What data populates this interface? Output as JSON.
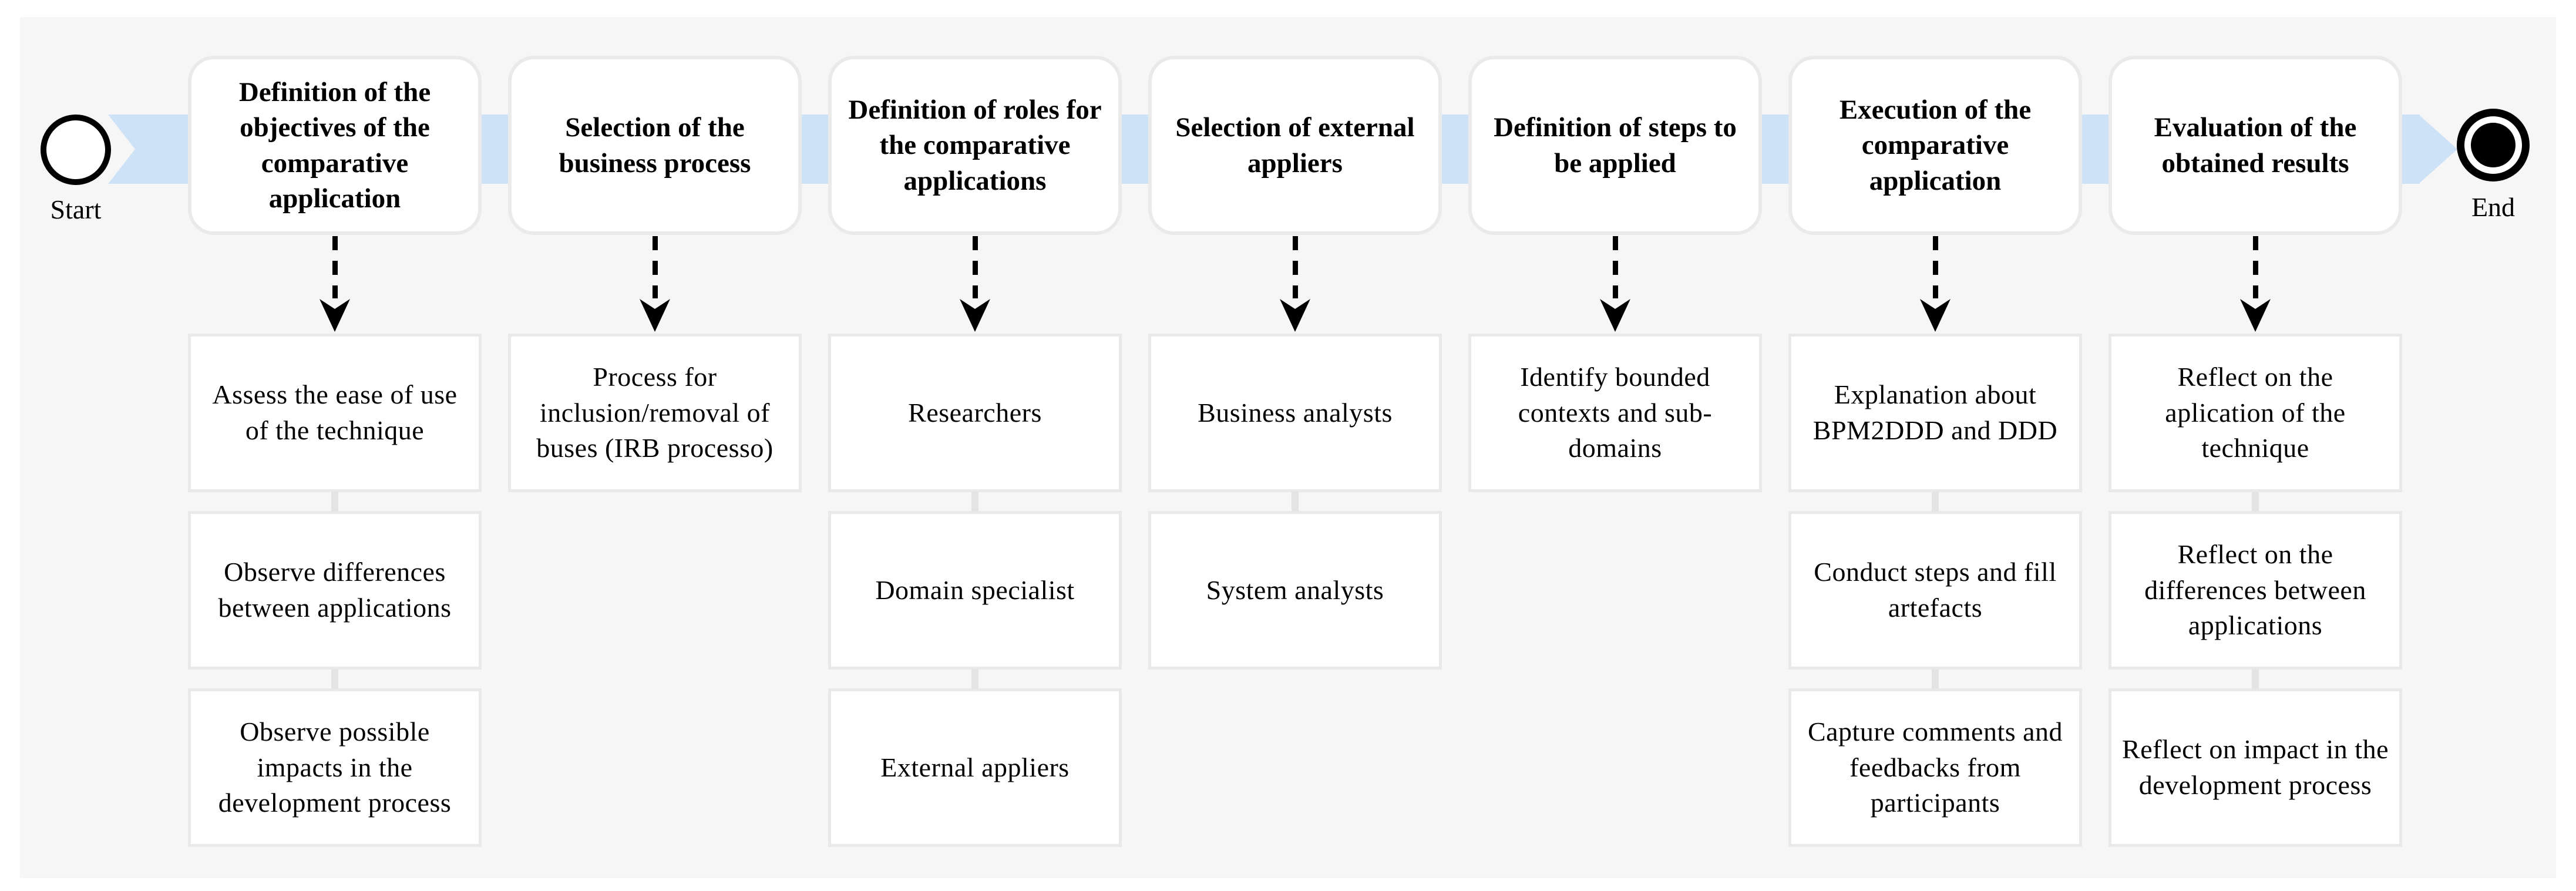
{
  "diagram": {
    "start_label": "Start",
    "end_label": "End",
    "steps": [
      {
        "title": "Definition of the objectives of the comparative application",
        "substeps": [
          "Assess the ease of use of the technique",
          "Observe differences between applications",
          "Observe possible impacts in the development process"
        ]
      },
      {
        "title": "Selection of the business process",
        "substeps": [
          "Process for inclusion/removal of buses (IRB processo)"
        ]
      },
      {
        "title": "Definition of roles for the comparative applications",
        "substeps": [
          "Researchers",
          "Domain specialist",
          "External appliers"
        ]
      },
      {
        "title": "Selection of external appliers",
        "substeps": [
          "Business analysts",
          "System analysts"
        ]
      },
      {
        "title": "Definition of steps to be applied",
        "substeps": [
          "Identify bounded contexts and sub-domains"
        ]
      },
      {
        "title": "Execution of the comparative application",
        "substeps": [
          "Explanation about BPM2DDD and DDD",
          "Conduct steps and fill artefacts",
          "Capture comments and feedbacks from participants"
        ]
      },
      {
        "title": "Evaluation of the obtained results",
        "substeps": [
          "Reflect on the aplication of the technique",
          "Reflect on the differences between applications",
          "Reflect on impact in the development process"
        ]
      }
    ],
    "colors": {
      "canvas": "#f6f6f6",
      "ribbon_blue": "#cde2f6",
      "step_border": "#eaeaea",
      "substep_border": "#e9e9e9",
      "connector_gray": "#e4e4e4",
      "ink": "#000000"
    }
  }
}
